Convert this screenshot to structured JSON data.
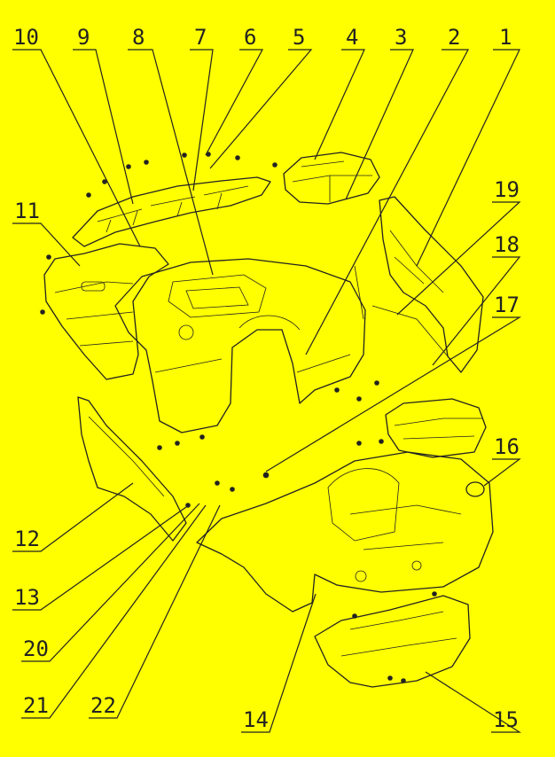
{
  "diagram": {
    "background": "#ffff00",
    "line_color": "#222222",
    "callouts": [
      {
        "id": "c10",
        "label": "10"
      },
      {
        "id": "c9",
        "label": "9"
      },
      {
        "id": "c8",
        "label": "8"
      },
      {
        "id": "c7",
        "label": "7"
      },
      {
        "id": "c6",
        "label": "6"
      },
      {
        "id": "c5",
        "label": "5"
      },
      {
        "id": "c4",
        "label": "4"
      },
      {
        "id": "c3",
        "label": "3"
      },
      {
        "id": "c2",
        "label": "2"
      },
      {
        "id": "c1",
        "label": "1"
      },
      {
        "id": "c19",
        "label": "19"
      },
      {
        "id": "c11",
        "label": "11"
      },
      {
        "id": "c18",
        "label": "18"
      },
      {
        "id": "c17",
        "label": "17"
      },
      {
        "id": "c16",
        "label": "16"
      },
      {
        "id": "c12",
        "label": "12"
      },
      {
        "id": "c13",
        "label": "13"
      },
      {
        "id": "c20",
        "label": "20"
      },
      {
        "id": "c21",
        "label": "21"
      },
      {
        "id": "c22",
        "label": "22"
      },
      {
        "id": "c14",
        "label": "14"
      },
      {
        "id": "c15",
        "label": "15"
      }
    ]
  }
}
